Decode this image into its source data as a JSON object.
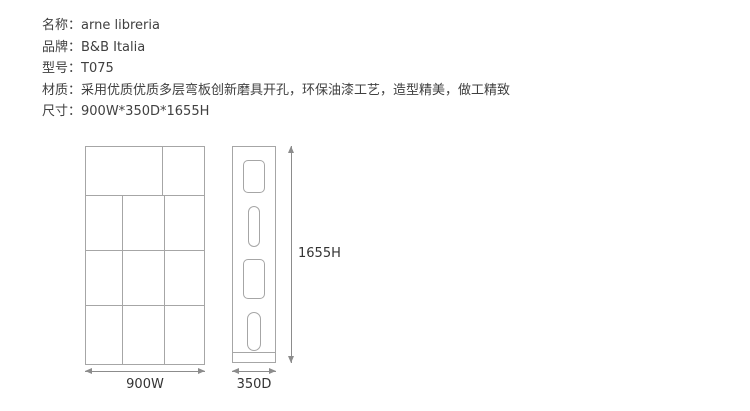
{
  "product": {
    "specs": [
      {
        "label": "名称：",
        "value": "arne libreria"
      },
      {
        "label": "品牌：",
        "value": "B&B Italia"
      },
      {
        "label": "型号：",
        "value": "T075"
      },
      {
        "label": "材质：",
        "value": "采用优质优质多层弯板创新磨具开孔，环保油漆工艺，造型精美，做工精致"
      },
      {
        "label": "尺寸：",
        "value": "900W*350D*1655H"
      }
    ]
  },
  "drawing": {
    "front_width_label": "900W",
    "side_depth_label": "350D",
    "height_label": "1655H"
  }
}
